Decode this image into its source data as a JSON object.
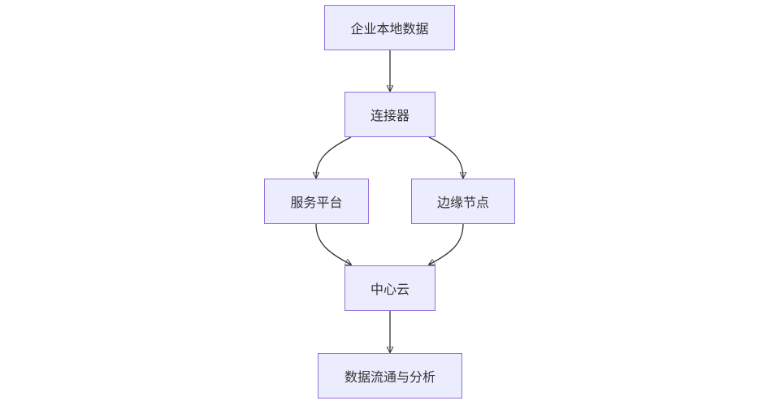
{
  "diagram": {
    "nodes": {
      "source": "企业本地数据",
      "connector": "连接器",
      "service_platform": "服务平台",
      "edge_node": "边缘节点",
      "central_cloud": "中心云",
      "data_flow": "数据流通与分析"
    },
    "edges": [
      {
        "from": "source",
        "to": "connector"
      },
      {
        "from": "connector",
        "to": "service_platform"
      },
      {
        "from": "connector",
        "to": "edge_node"
      },
      {
        "from": "service_platform",
        "to": "central_cloud"
      },
      {
        "from": "edge_node",
        "to": "central_cloud"
      },
      {
        "from": "central_cloud",
        "to": "data_flow"
      }
    ],
    "colors": {
      "node_fill": "#ECECFF",
      "node_border": "#9370DB",
      "edge": "#333333",
      "text": "#333333"
    }
  }
}
